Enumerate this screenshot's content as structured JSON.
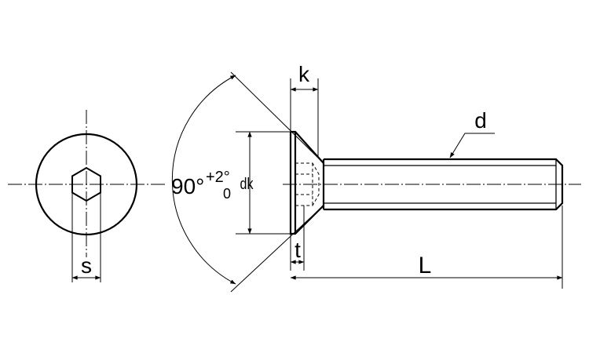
{
  "labels": {
    "s": "s",
    "k": "k",
    "d": "d",
    "dk": "dk",
    "t": "t",
    "L": "L",
    "angle_base": "90°",
    "angle_tol_upper": "+2°",
    "angle_tol_lower": "0"
  },
  "colors": {
    "line": "#000000",
    "background": "#ffffff"
  }
}
